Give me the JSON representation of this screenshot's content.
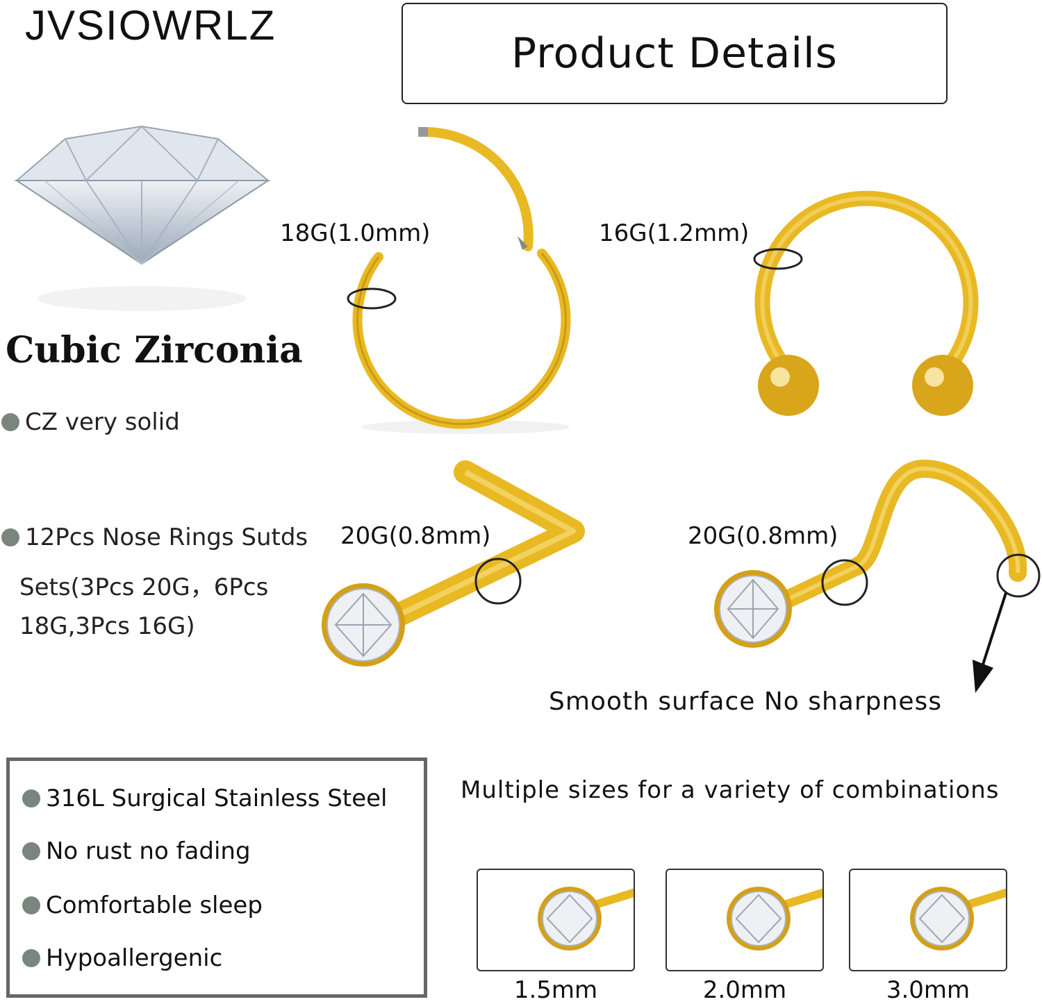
{
  "brand": "JVSIOWRLZ",
  "title": "Product Details",
  "material": {
    "heading": "Cubic Zirconia",
    "features": [
      "CZ very solid",
      "12Pcs Nose Rings Sutds",
      "Sets(3Pcs 20G，6Pcs",
      "18G,3Pcs 16G)"
    ]
  },
  "gauges": {
    "hinged_ring": "18G(1.0mm)",
    "horseshoe": "16G(1.2mm)",
    "l_shape": "20G(0.8mm)",
    "screw": "20G(0.8mm)"
  },
  "smooth_caption": "Smooth surface No sharpness",
  "properties": [
    "316L Surgical Stainless Steel",
    "No rust no fading",
    "Comfortable sleep",
    "Hypoallergenic"
  ],
  "sizes": {
    "label": "Multiple sizes for a variety of combinations",
    "items": [
      "1.5mm",
      "2.0mm",
      "3.0mm"
    ]
  },
  "colors": {
    "gold": "#e8b923",
    "gold_dark": "#b8860b",
    "bullet": "#7a857e",
    "box_border": "#666666"
  },
  "icons": [
    "diamond-gem-image",
    "hinged-ring-image",
    "horseshoe-ring-image",
    "l-shape-stud-image",
    "screw-stud-image",
    "arrow-icon"
  ]
}
